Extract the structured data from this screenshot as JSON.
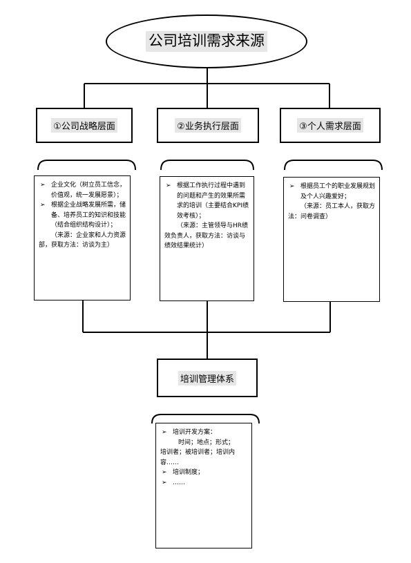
{
  "title": "公司培训需求来源",
  "levels": [
    {
      "label": "①公司战略层面",
      "items": [
        "企业文化（树立员工信念，价值观，统一发展愿景）；",
        "根据企业战略发展所需，储备、培养员工的知识和技能（结合组织结构设计）；"
      ],
      "source": "（来源：企业家和人力资源部，获取方法：访谈为主）"
    },
    {
      "label": "②业务执行层面",
      "items": [
        "根据工作执行过程中遇到的问题和产生的效果所需求的培训（主要结合KPI绩效考核）；"
      ],
      "source": "（来源：主管领导与HR绩效负责人，获取方法：访谈与绩效结果统计）"
    },
    {
      "label": "③个人需求层面",
      "items": [
        "根据员工个的职业发展规划及个人兴趣爱好；"
      ],
      "source": "（来源：员工本人，获取方法：问卷调查）"
    }
  ],
  "system": {
    "label": "培训管理体系",
    "items": [
      "培训开发方案：",
      "培训制度；",
      "……"
    ],
    "plan_detail_1": "时间；地点；形式；",
    "plan_detail_2": "培训者；被培训者；培训内容……"
  },
  "bullet_glyph": "➢"
}
